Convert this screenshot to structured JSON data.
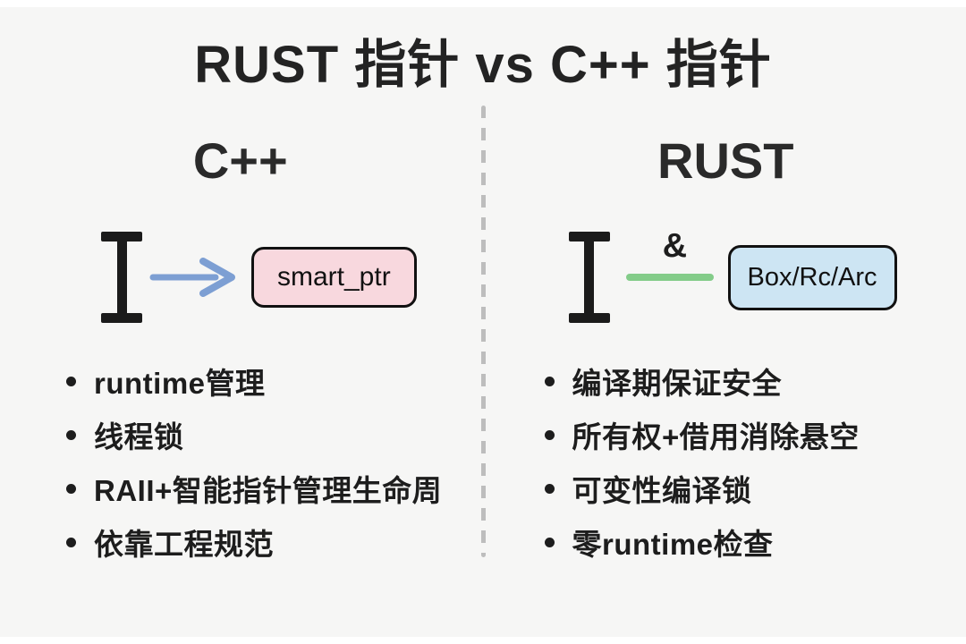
{
  "title": "RUST 指针 vs C++ 指针",
  "background_color": "#f6f6f5",
  "divider_color": "#bdbdbd",
  "pointer_glyph_color": "#1b1b1b",
  "left": {
    "heading": "C++",
    "connector": {
      "type": "arrow",
      "color": "#7d9fd3"
    },
    "box": {
      "label": "smart_ptr",
      "fill": "#f8d8de",
      "border": "#111111"
    },
    "bullets": [
      "runtime管理",
      "线程锁",
      "RAII+智能指针管理生命周",
      "依靠工程规范"
    ]
  },
  "right": {
    "heading": "RUST",
    "connector": {
      "type": "line",
      "color": "#83cc89",
      "label": "&"
    },
    "box": {
      "label": "Box/Rc/Arc",
      "fill": "#cde5f3",
      "border": "#111111"
    },
    "bullets": [
      "编译期保证安全",
      "所有权+借用消除悬空",
      "可变性编译锁",
      "零runtime检查"
    ]
  }
}
